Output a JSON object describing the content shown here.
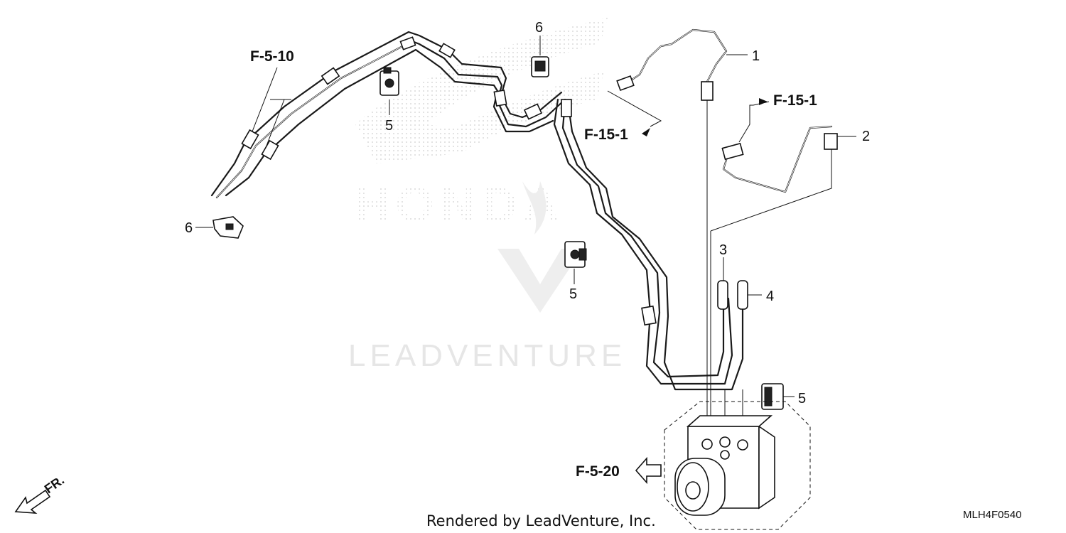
{
  "diagram": {
    "callouts": {
      "c1": "1",
      "c2": "2",
      "c3": "3",
      "c4": "4",
      "c5a": "5",
      "c5b": "5",
      "c5c": "5",
      "c6a": "6",
      "c6b": "6"
    },
    "refs": {
      "f510": "F-5-10",
      "f151a": "F-15-1",
      "f151b": "F-15-1",
      "f520": "F-5-20"
    },
    "direction_label": "FR.",
    "watermark": {
      "brand": "HONDA",
      "text": "LEADVENTURE"
    },
    "footer": {
      "credit": "Rendered by LeadVenture, Inc.",
      "code": "MLH4F0540"
    }
  }
}
